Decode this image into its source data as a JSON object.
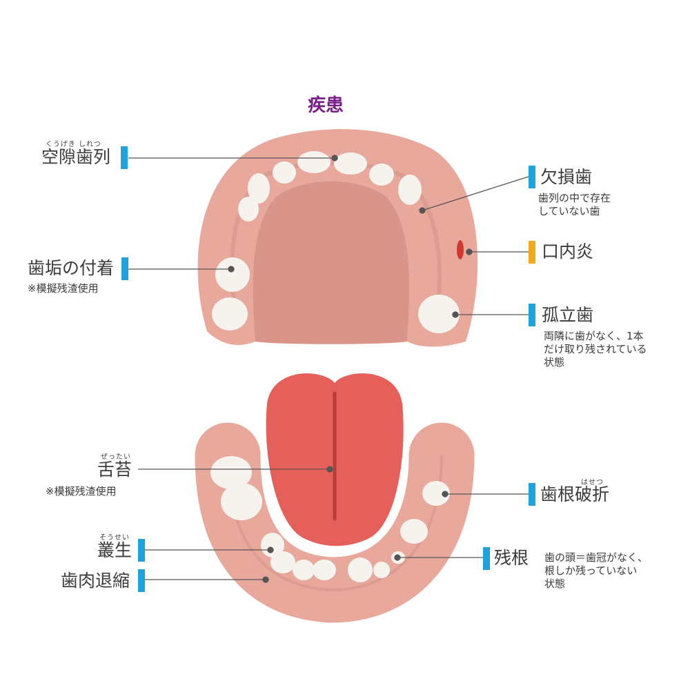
{
  "title": "疾患",
  "labels": {
    "kugeki": {
      "text": "空隙歯列",
      "ruby": "くうげき しれつ"
    },
    "kesson": {
      "text": "欠損歯",
      "note": "歯列の中で存在\nしていない歯"
    },
    "konaien": {
      "text": "口内炎"
    },
    "shiko": {
      "text": "歯垢の付着",
      "note": "※模擬残渣使用"
    },
    "koritsu": {
      "text": "孤立歯",
      "note": "両隣に歯がなく、1本\nだけ取り残されている\n状態"
    },
    "zettai": {
      "text": "舌苔",
      "ruby": "ぜったい",
      "note": "※模擬残渣使用"
    },
    "hasetsu": {
      "text": "歯根破折",
      "ruby": "はせつ"
    },
    "sousei": {
      "text": "叢生",
      "ruby": "そうせい"
    },
    "zankon": {
      "text": "残根",
      "note": "歯の頭＝歯冠がなく、\n根しか残っていない\n状態"
    },
    "shinikutaishuku": {
      "text": "歯肉退縮"
    }
  },
  "colors": {
    "accent": "#1ea1dc",
    "warning": "#f4a81c",
    "title": "#7a1f8a",
    "gum": "#e8a89c",
    "tongue": "#e5605a"
  }
}
